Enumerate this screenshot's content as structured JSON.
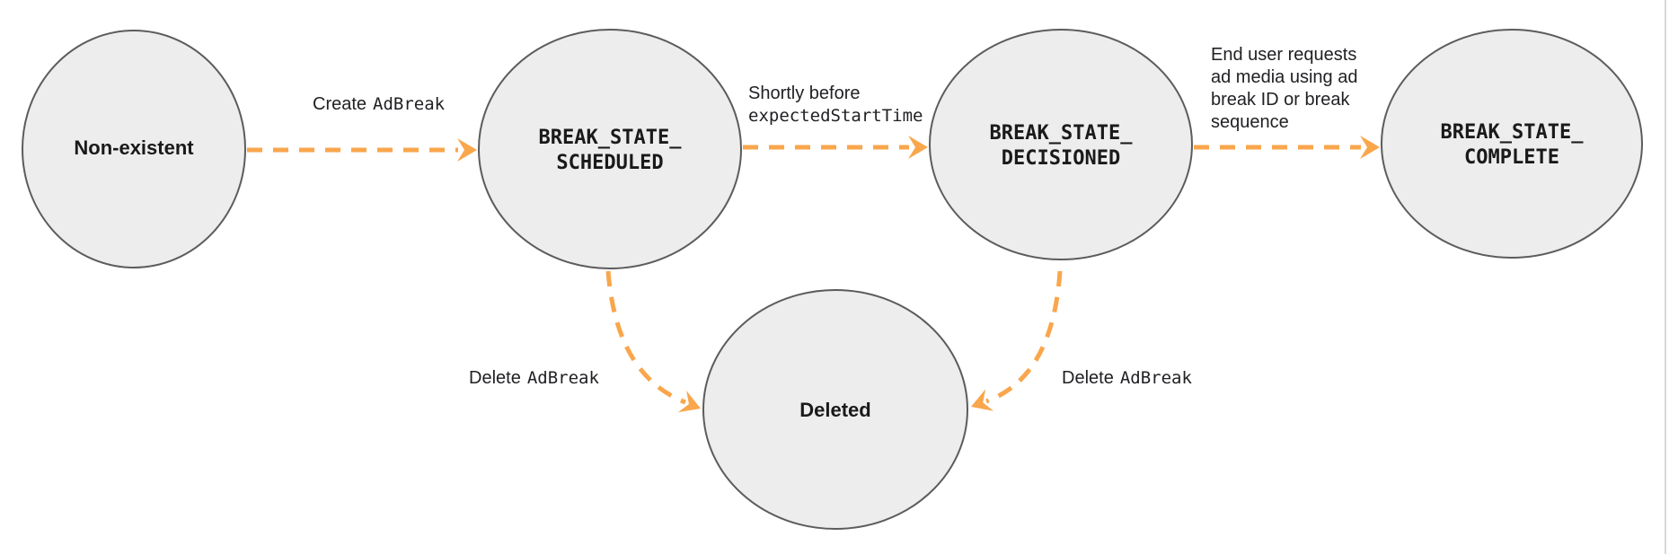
{
  "colors": {
    "node_fill": "#ededed",
    "node_border": "#5c5c5c",
    "arrow": "#F9A64C",
    "text": "#1a1a1a",
    "right_divider": "#d9d9d9"
  },
  "nodes": {
    "non_existent": {
      "label": "Non-existent"
    },
    "scheduled": {
      "line1": "BREAK_STATE_",
      "line2": "SCHEDULED"
    },
    "decisioned": {
      "line1": "BREAK_STATE_",
      "line2": "DECISIONED"
    },
    "complete": {
      "line1": "BREAK_STATE_",
      "line2": "COMPLETE"
    },
    "deleted": {
      "label": "Deleted"
    }
  },
  "edges": {
    "create": {
      "plain": "Create",
      "code": "AdBreak",
      "from": "Non-existent",
      "to": "BREAK_STATE_SCHEDULED"
    },
    "shortly_before": {
      "line1_plain": "Shortly before",
      "line2_code": "expectedStartTime",
      "from": "BREAK_STATE_SCHEDULED",
      "to": "BREAK_STATE_DECISIONED"
    },
    "end_user": {
      "line1": "End user requests",
      "line2": "ad media using ad",
      "line3": "break ID or break",
      "line4": "sequence",
      "from": "BREAK_STATE_DECISIONED",
      "to": "BREAK_STATE_COMPLETE"
    },
    "delete_left": {
      "plain": "Delete",
      "code": "AdBreak",
      "from": "BREAK_STATE_SCHEDULED",
      "to": "Deleted"
    },
    "delete_right": {
      "plain": "Delete",
      "code": "AdBreak",
      "from": "BREAK_STATE_DECISIONED",
      "to": "Deleted"
    }
  }
}
